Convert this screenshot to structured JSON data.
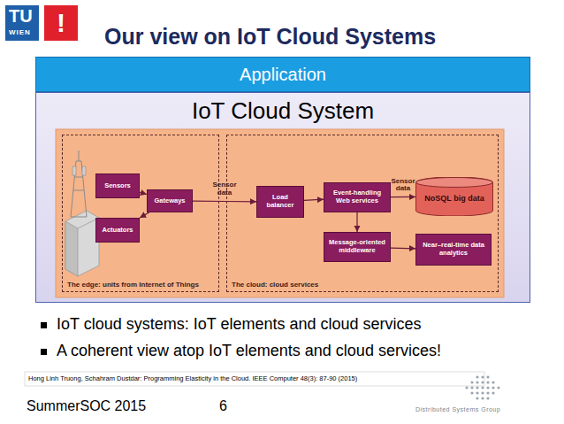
{
  "diagram": {
    "title": "Our view on IoT Cloud Systems",
    "nodes": [
      {
        "text": [
          "Application"
        ]
      },
      {
        "text": [
          "IoT Cloud System"
        ]
      },
      {
        "text": [
          "The edge: units from Internet of Things"
        ],
        "in": 1
      },
      {
        "text": [
          "The cloud: cloud services"
        ],
        "in": 1
      },
      {
        "text": [
          "Sensors"
        ],
        "in": 2
      },
      {
        "text": [
          "Actuators"
        ],
        "in": 2
      },
      {
        "text": [
          "Gateways"
        ],
        "in": 2
      },
      {
        "text": [
          "Load balancer"
        ],
        "in": 3
      },
      {
        "text": [
          "Event-handling Web services"
        ],
        "in": 3
      },
      {
        "text": [
          "Message-oriented middleware"
        ],
        "in": 3
      },
      {
        "text": [
          "NoSQL big data"
        ],
        "in": 3
      },
      {
        "text": [
          "Near–real-time data analytics"
        ],
        "in": 3
      }
    ],
    "edges": [
      {
        "from": 4,
        "to": 6,
        "arrow": "to"
      },
      {
        "from": 6,
        "to": 5,
        "arrow": "to"
      },
      {
        "from": 6,
        "to": 7,
        "label": "Sensor data",
        "arrow": "to"
      },
      {
        "from": 7,
        "to": 8,
        "arrow": "to"
      },
      {
        "from": 8,
        "to": 10,
        "label": "Sensor data",
        "arrow": "to"
      },
      {
        "from": 8,
        "to": 9,
        "arrow": "to"
      },
      {
        "from": 9,
        "to": 11,
        "arrow": "to"
      }
    ],
    "labels": [
      "TU",
      "WIEN",
      "!",
      "IoT cloud systems: IoT elements and cloud services",
      "A coherent view atop IoT elements and cloud services!",
      "Hong Linh Truong, Schahram Dustdar: Programming Elasticity in the Cloud. IEEE Computer 48(3): 87-90 (2015)",
      "SummerSOC 2015",
      "6",
      "Distributed Systems Group"
    ]
  }
}
